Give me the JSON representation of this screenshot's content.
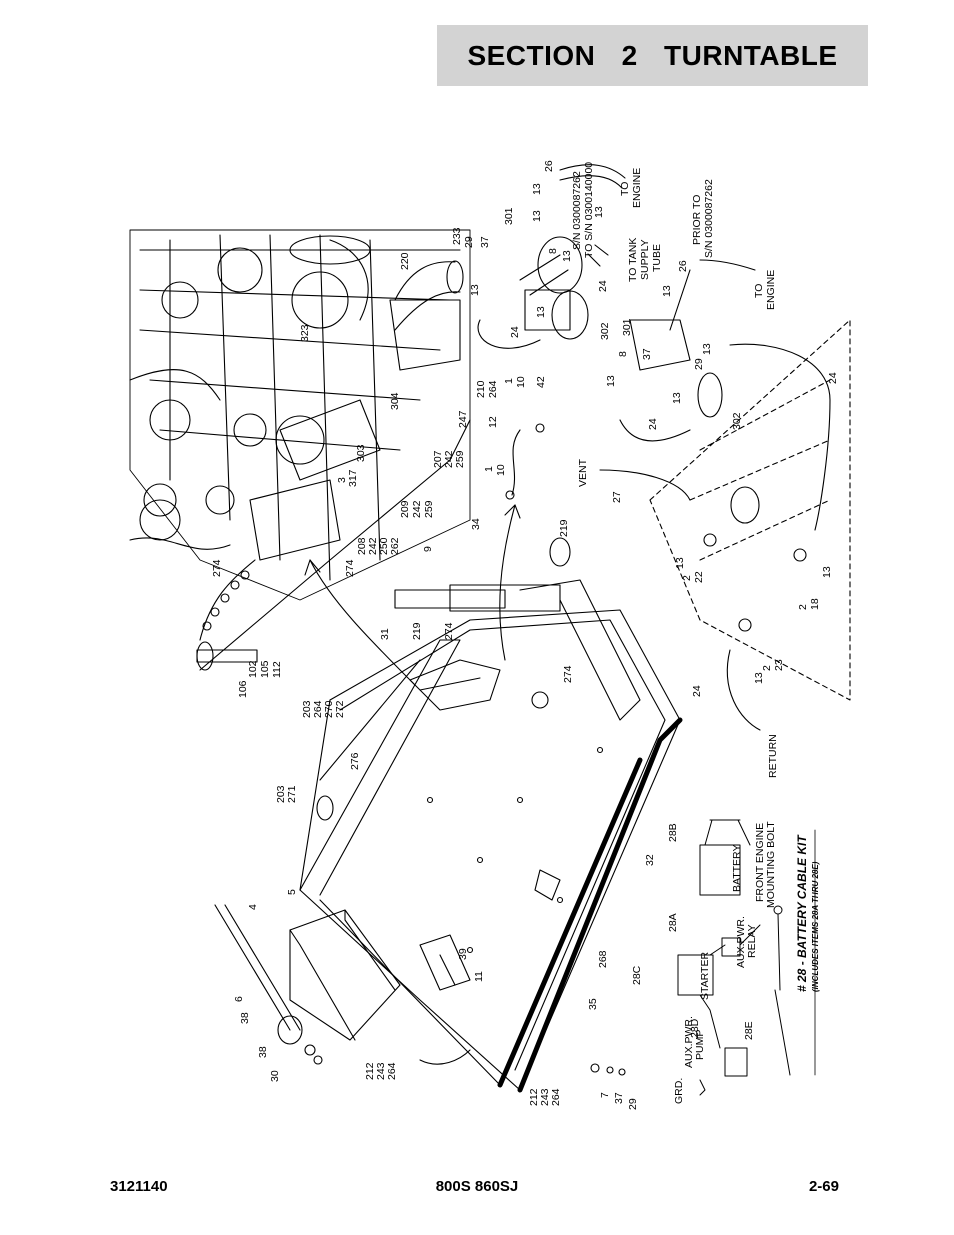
{
  "header": {
    "title": "SECTION 2   TURNTABLE"
  },
  "diagram": {
    "callouts": [
      [
        "a01",
        "26"
      ],
      [
        "a02",
        "13"
      ],
      [
        "a03",
        "TO"
      ],
      [
        "a04",
        "ENGINE"
      ],
      [
        "a05",
        "301"
      ],
      [
        "a06",
        "13"
      ],
      [
        "a07",
        "S/N 0300087262"
      ],
      [
        "a08",
        "TO S/N 0300140000"
      ],
      [
        "a09",
        "13"
      ],
      [
        "a10",
        "PRIOR TO"
      ],
      [
        "a11",
        "S/N 0300087262"
      ],
      [
        "a12",
        "233"
      ],
      [
        "a13",
        "29"
      ],
      [
        "a14",
        "37"
      ],
      [
        "a15",
        "8"
      ],
      [
        "a16",
        "13"
      ],
      [
        "a17",
        "13"
      ],
      [
        "a18",
        "220"
      ],
      [
        "a19",
        "TO TANK"
      ],
      [
        "a20",
        "SUPPLY"
      ],
      [
        "a21",
        "TUBE"
      ],
      [
        "a22",
        "24"
      ],
      [
        "a23",
        "26"
      ],
      [
        "a24",
        "13"
      ],
      [
        "a25",
        "TO"
      ],
      [
        "a26",
        "ENGINE"
      ],
      [
        "a27",
        "24"
      ],
      [
        "a28",
        "13"
      ],
      [
        "a29",
        "323"
      ],
      [
        "a30",
        "302"
      ],
      [
        "a31",
        "301"
      ],
      [
        "a32",
        "8"
      ],
      [
        "a33",
        "37"
      ],
      [
        "a34",
        "13"
      ],
      [
        "a35",
        "29"
      ],
      [
        "a36",
        "13"
      ],
      [
        "a37",
        "13"
      ],
      [
        "a38",
        "210"
      ],
      [
        "a39",
        "264"
      ],
      [
        "a40",
        "1"
      ],
      [
        "a41",
        "10"
      ],
      [
        "a42",
        "42"
      ],
      [
        "a43",
        "302"
      ],
      [
        "a44",
        "24"
      ],
      [
        "a45",
        "304"
      ],
      [
        "a46",
        "247"
      ],
      [
        "a47",
        "12"
      ],
      [
        "a48",
        "207"
      ],
      [
        "a49",
        "242"
      ],
      [
        "a50",
        "259"
      ],
      [
        "a51",
        "303"
      ],
      [
        "a52",
        "24"
      ],
      [
        "a53",
        "3"
      ],
      [
        "a54",
        "317"
      ],
      [
        "a55",
        "VENT"
      ],
      [
        "a56",
        "1"
      ],
      [
        "a57",
        "10"
      ],
      [
        "a58",
        "27"
      ],
      [
        "a59",
        "209"
      ],
      [
        "a60",
        "242"
      ],
      [
        "a61",
        "259"
      ],
      [
        "a62",
        "208"
      ],
      [
        "a63",
        "242"
      ],
      [
        "a64",
        "250"
      ],
      [
        "a65",
        "262"
      ],
      [
        "a66",
        "34"
      ],
      [
        "a67",
        "9"
      ],
      [
        "a68",
        "219"
      ],
      [
        "a69",
        "274"
      ],
      [
        "a70",
        "274"
      ],
      [
        "a71",
        "13"
      ],
      [
        "a72",
        "2"
      ],
      [
        "a73",
        "22"
      ],
      [
        "a74",
        "13"
      ],
      [
        "a75",
        "31"
      ],
      [
        "a76",
        "219"
      ],
      [
        "a77",
        "274"
      ],
      [
        "a78",
        "2"
      ],
      [
        "a79",
        "18"
      ],
      [
        "a80",
        "102"
      ],
      [
        "a81",
        "105"
      ],
      [
        "a82",
        "112"
      ],
      [
        "a83",
        "106"
      ],
      [
        "a84",
        "203"
      ],
      [
        "a85",
        "264"
      ],
      [
        "a86",
        "270"
      ],
      [
        "a87",
        "272"
      ],
      [
        "a88",
        "274"
      ],
      [
        "a89",
        "13"
      ],
      [
        "a90",
        "2"
      ],
      [
        "a91",
        "23"
      ],
      [
        "a92",
        "24"
      ],
      [
        "a93",
        "276"
      ],
      [
        "a94",
        "RETURN"
      ],
      [
        "a95",
        "203"
      ],
      [
        "a96",
        "271"
      ],
      [
        "a97",
        "28B"
      ],
      [
        "a98",
        "BATTERY"
      ],
      [
        "a99",
        "FRONT ENGINE"
      ],
      [
        "a100",
        "MOUNTING BOLT"
      ],
      [
        "a101",
        "32"
      ],
      [
        "a102",
        "5"
      ],
      [
        "a103",
        "4"
      ],
      [
        "a104",
        "28A"
      ],
      [
        "a105",
        "AUX.PWR."
      ],
      [
        "a106",
        "RELAY"
      ],
      [
        "a107",
        "28C"
      ],
      [
        "a108",
        "STARTER"
      ],
      [
        "a109",
        "268"
      ],
      [
        "a110",
        "39"
      ],
      [
        "a111",
        "11"
      ],
      [
        "a112",
        "6"
      ],
      [
        "a113",
        "38"
      ],
      [
        "a114",
        "35"
      ],
      [
        "a115",
        "28D"
      ],
      [
        "a116",
        "28E"
      ],
      [
        "a117",
        "38"
      ],
      [
        "a118",
        "30"
      ],
      [
        "a119",
        "212"
      ],
      [
        "a120",
        "243"
      ],
      [
        "a121",
        "264"
      ],
      [
        "a122",
        "AUX.PWR."
      ],
      [
        "a123",
        "PUMP"
      ],
      [
        "a124",
        "212"
      ],
      [
        "a125",
        "243"
      ],
      [
        "a126",
        "264"
      ],
      [
        "a127",
        "7"
      ],
      [
        "a128",
        "37"
      ],
      [
        "a129",
        "29"
      ],
      [
        "a130",
        "GRD."
      ],
      [
        "a131",
        "# 28 - BATTERY CABLE KIT"
      ],
      [
        "a132",
        "(INCLUDES ITEMS 28A THRU 28E)"
      ]
    ]
  },
  "footer": {
    "left": "3121140",
    "center": "800S 860SJ",
    "right": "2-69"
  }
}
